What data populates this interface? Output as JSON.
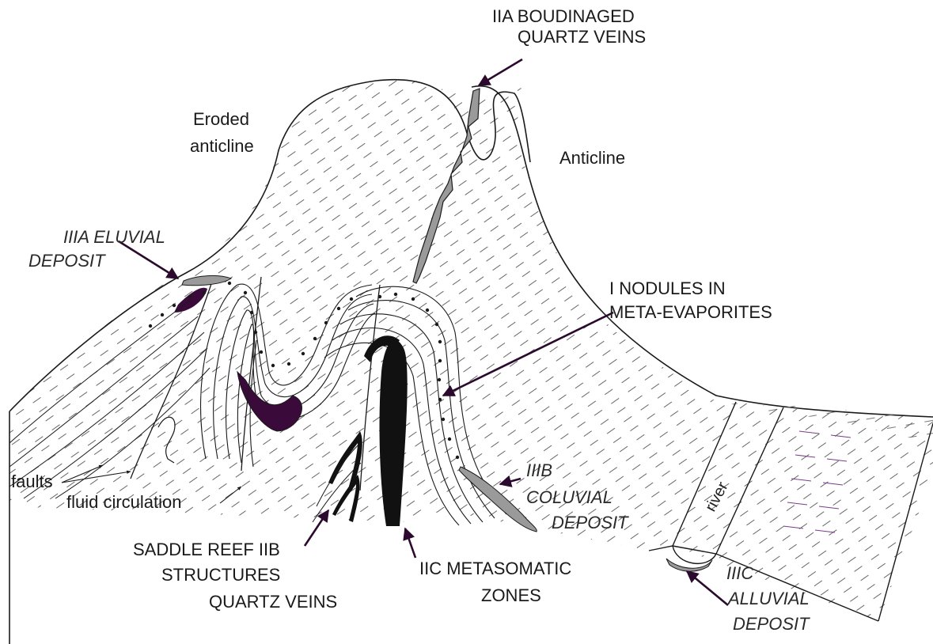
{
  "diagram": {
    "colors": {
      "line": "#1a1a1a",
      "vein_gray": "#9a9a9a",
      "metasomatic_black": "#111111",
      "nodule_purple": "#3a0a3a",
      "arrow": "#2b0a2e",
      "river_dash": "#7a3b8a"
    },
    "labels": {
      "iia_line1": "IIA BOUDINAGED",
      "iia_line2": "QUARTZ VEINS",
      "eroded_line1": "Eroded",
      "eroded_line2": "anticline",
      "anticline": "Anticline",
      "iiia_line1": "IIIA  ELUVIAL",
      "iiia_line2": "DEPOSIT",
      "i_line1": "I  NODULES IN",
      "i_line2": "META-EVAPORITES",
      "faults": "faults",
      "fluid": "fluid circulation",
      "iiib_line1": "IIIB",
      "iiib_line2": "COLUVIAL",
      "iiib_line3": "DEPOSIT",
      "river": "river",
      "saddle_line1": "SADDLE REEF IIB",
      "saddle_line2": "STRUCTURES",
      "saddle_line3": "QUARTZ VEINS",
      "iic_line1": "IIC  METASOMATIC",
      "iic_line2": "ZONES",
      "iiic_line1": "IIIC",
      "iiic_line2": "ALLUVIAL",
      "iiic_line3": "DEPOSIT"
    }
  }
}
